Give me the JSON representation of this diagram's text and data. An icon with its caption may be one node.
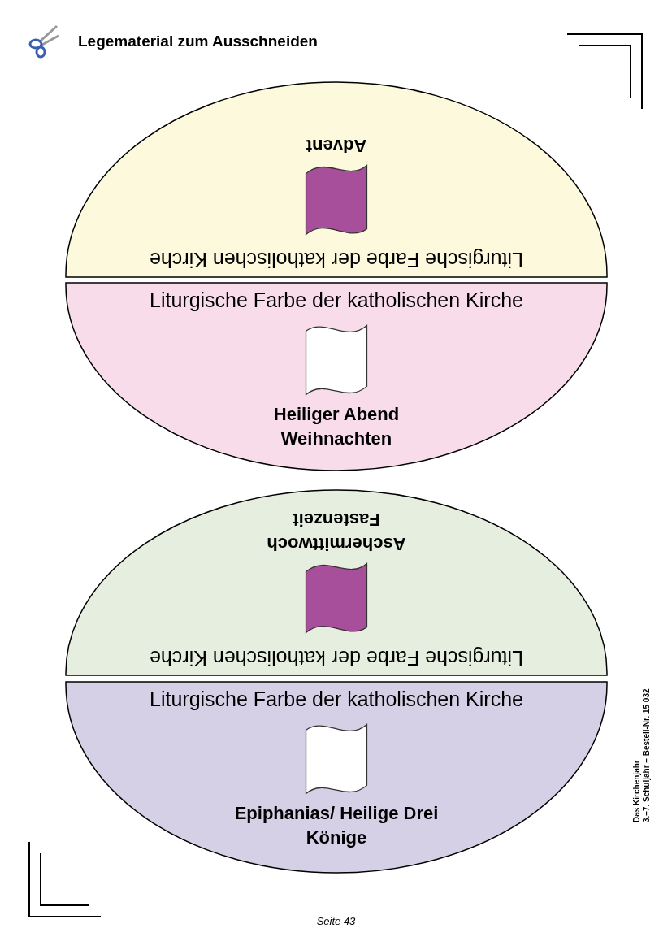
{
  "diagram": {
    "title": "Legematerial zum Ausschneiden",
    "nodes": [
      {
        "text": [
          "Liturgische Farbe der katholischen Kirche",
          "Advent"
        ]
      },
      {
        "text": [
          "Liturgische Farbe der katholischen Kirche",
          "Heiliger Abend Weihnachten"
        ]
      },
      {
        "text": [
          "Liturgische Farbe der katholischen Kirche",
          "Aschermittwoch Fastenzeit"
        ]
      },
      {
        "text": [
          "Liturgische Farbe der katholischen Kirche",
          "Epiphanias/ Heilige Drei Könige"
        ]
      }
    ],
    "labels": [
      "Das Kirchenjahr",
      "3.–7. Schuljahr – Bestell-Nr. 15 032",
      "Seite 43"
    ]
  }
}
